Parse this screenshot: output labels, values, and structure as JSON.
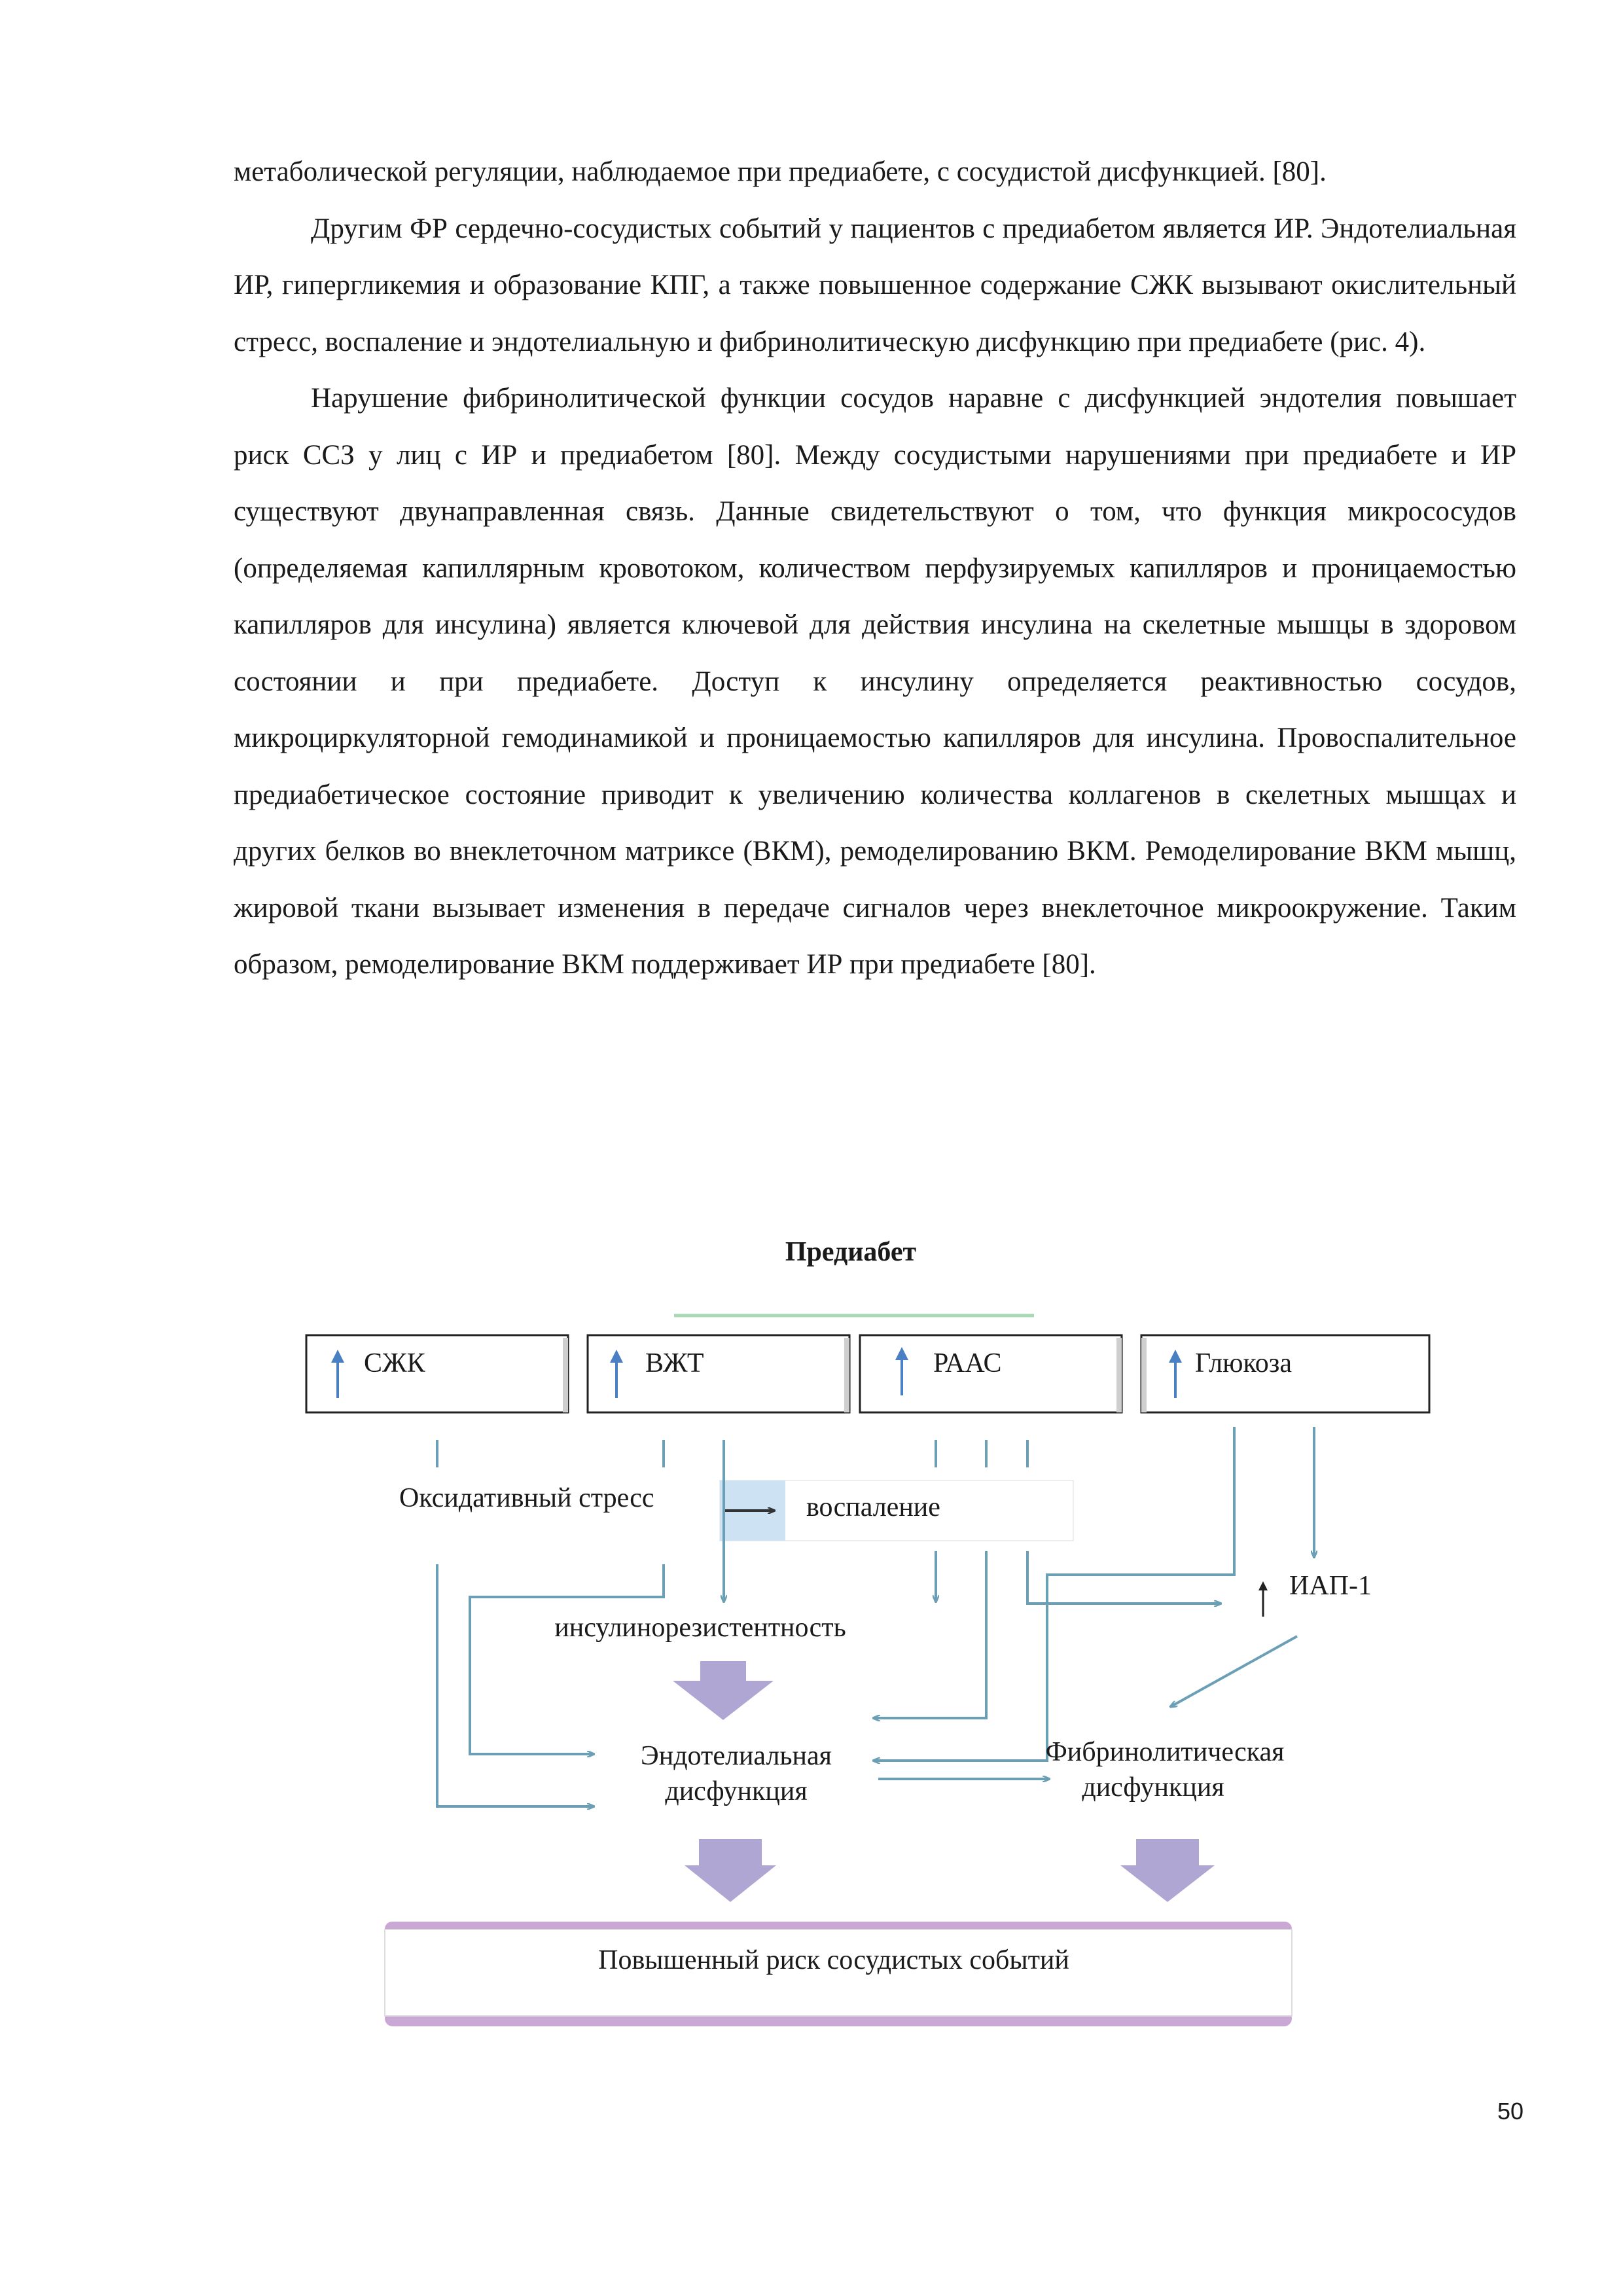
{
  "paragraphs": [
    "метаболической регуляции, наблюдаемое при предиабете, с сосудистой дисфункцией. [80].",
    "Другим ФР сердечно-сосудистых событий у пациентов с предиабетом является ИР. Эндотелиальная ИР, гипергликемия и образование КПГ, а также повышенное содержание СЖК вызывают окислительный стресс, воспаление и эндотелиальную и фибринолитическую дисфункцию при предиабете (рис. 4).",
    "Нарушение фибринолитической функции сосудов наравне с дисфункцией эндотелия повышает риск ССЗ у лиц с ИР и предиабетом [80]. Между сосудистыми нарушениями при предиабете и ИР существуют двунаправленная связь. Данные свидетельствуют о том, что функция микрососудов (определяемая капиллярным кровотоком, количеством перфузируемых капилляров и проницаемостью капилляров для инсулина) является ключевой для действия инсулина на скелетные мышцы в здоровом состоянии и при предиабете. Доступ к инсулину определяется реактивностью сосудов, микроциркуляторной гемодинамикой и проницаемостью капилляров для инсулина. Провоспалительное предиабетическое состояние приводит к увеличению количества коллагенов в скелетных мышцах и других белков во внеклеточном матриксе (ВКМ), ремоделированию ВКМ. Ремоделирование ВКМ мышц, жировой ткани вызывает изменения в передаче сигналов через внеклеточное микроокружение. Таким образом, ремоделирование ВКМ поддерживает ИР при предиабете [80]."
  ],
  "diagram": {
    "title": "Предиабет",
    "factors": [
      "СЖК",
      "ВЖТ",
      "РААС",
      "Глюкоза"
    ],
    "oxidative_stress": "Оксидативный стресс",
    "inflammation": "воспаление",
    "insulin_resistance": "инсулинорезистентность",
    "iap": "ИАП-1",
    "endothelial_line1": "Эндотелиальная",
    "endothelial_line2": "дисфункция",
    "fibrinolytic_line1": "Фибринолитическая",
    "fibrinolytic_line2": "дисфункция",
    "outcome": "Повышенный риск сосудистых событий"
  },
  "page_number": "50",
  "colors": {
    "arrow_line": "#6a9fb5",
    "factor_arrow": "#4a7fc4",
    "block_arrow": "#b0a6d3",
    "outcome_band": "#c9a8d6",
    "title_underline": "#a9d8b5",
    "inflammation_tab": "#cde3f3"
  }
}
